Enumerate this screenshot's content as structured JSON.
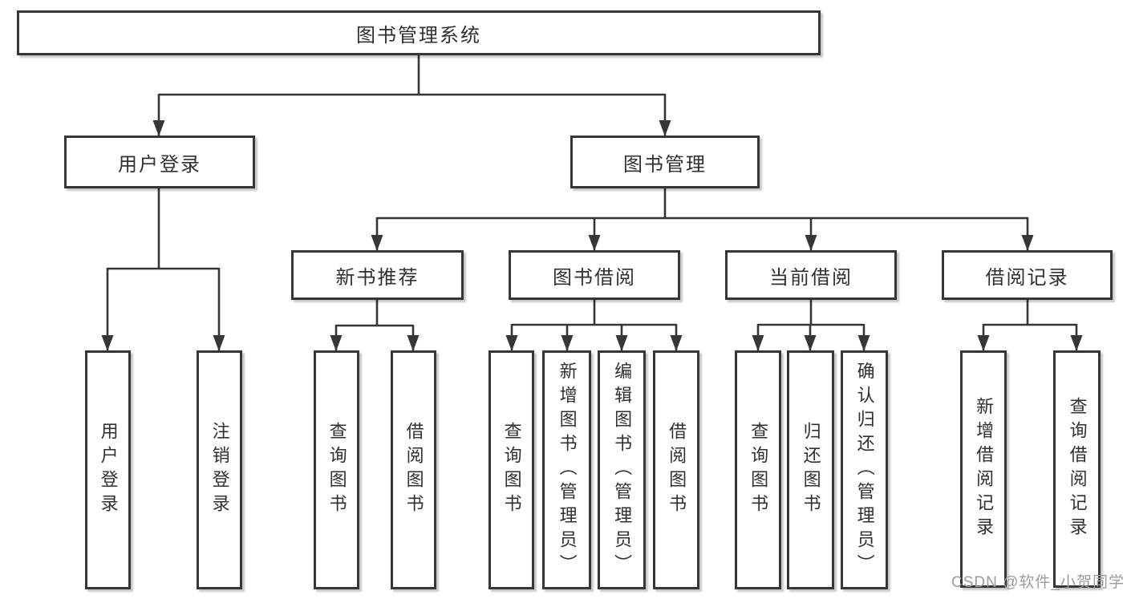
{
  "tree": {
    "label": "图书管理系统",
    "children": [
      {
        "label": "用户登录",
        "children": [
          {
            "label": "用户登录"
          },
          {
            "label": "注销登录"
          }
        ]
      },
      {
        "label": "图书管理",
        "children": [
          {
            "label": "新书推荐",
            "children": [
              {
                "label": "查询图书"
              },
              {
                "label": "借阅图书"
              }
            ]
          },
          {
            "label": "图书借阅",
            "children": [
              {
                "label": "查询图书"
              },
              {
                "label": "新增图书（管理员）"
              },
              {
                "label": "编辑图书（管理员）"
              },
              {
                "label": "借阅图书"
              }
            ]
          },
          {
            "label": "当前借阅",
            "children": [
              {
                "label": "查询图书"
              },
              {
                "label": "归还图书"
              },
              {
                "label": "确认归还（管理员）"
              }
            ]
          },
          {
            "label": "借阅记录",
            "children": [
              {
                "label": "新增借阅记录"
              },
              {
                "label": "查询借阅记录"
              }
            ]
          }
        ]
      }
    ]
  },
  "watermark": "CSDN @软件_小贺同学",
  "colors": {
    "line": "#363636",
    "box_border": "#363636",
    "box_fill": "#ffffff",
    "text": "#303030",
    "watermark": "#9c9c9c"
  }
}
